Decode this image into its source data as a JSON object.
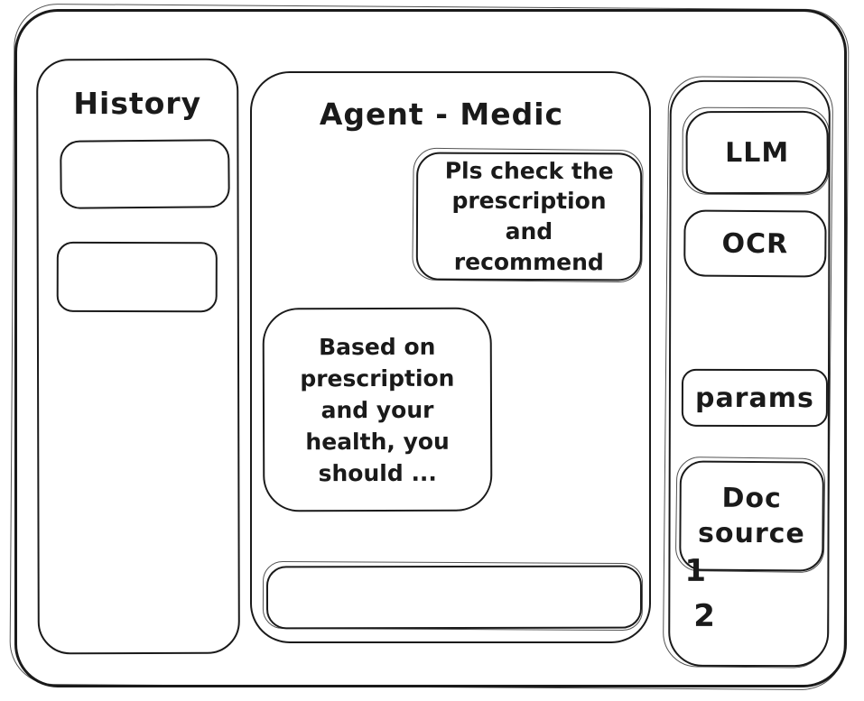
{
  "colors": {
    "stroke": "#1a1a1a",
    "background": "#ffffff"
  },
  "sidebar": {
    "title": "History",
    "items": [
      {
        "label": ""
      },
      {
        "label": ""
      }
    ]
  },
  "chat": {
    "title": "Agent - Medic",
    "messages": [
      {
        "role": "user",
        "text": "Pls check the prescription and recommend"
      },
      {
        "role": "assistant",
        "text": "Based on prescription and your health, you should ..."
      }
    ],
    "input": {
      "value": "",
      "placeholder": ""
    }
  },
  "tools": {
    "buttons": [
      {
        "label": "LLM"
      },
      {
        "label": "OCR"
      },
      {
        "label": "params"
      },
      {
        "label": "Doc source"
      }
    ],
    "annotations": [
      {
        "label": "1"
      },
      {
        "label": "2"
      }
    ]
  }
}
